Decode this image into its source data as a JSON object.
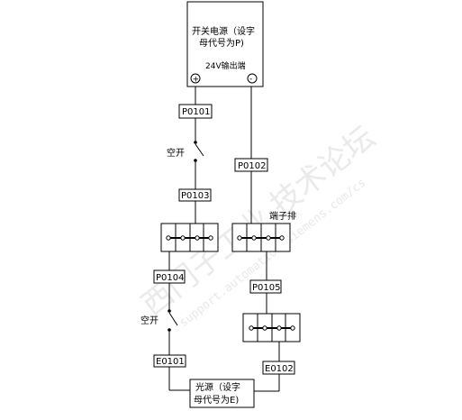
{
  "watermark": {
    "main": "西门子工业 技术论坛",
    "url": "support.automation.siemens.com/cs"
  },
  "power_supply": {
    "line1": "开关电源（设字",
    "line2": "母代号为P)",
    "output_label": "24V输出端",
    "plus": "+",
    "minus": "-"
  },
  "light_source": {
    "line1": "光源（设字",
    "line2": "母代号为E)"
  },
  "wire_labels": {
    "p0101": "P0101",
    "p0102": "P0102",
    "p0103": "P0103",
    "p0104": "P0104",
    "p0105": "P0105",
    "e0101": "E0101",
    "e0102": "E0102"
  },
  "switches": {
    "upper": "空开",
    "lower": "空开"
  },
  "terminal_block_label": "端子排"
}
